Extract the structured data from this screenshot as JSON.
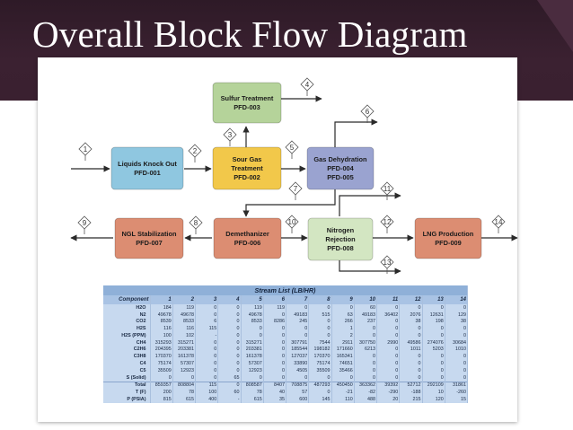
{
  "slide": {
    "title": "Overall Block Flow Diagram"
  },
  "blocks": [
    {
      "id": "sulfur",
      "lines": [
        "Sulfur Treatment",
        "PFD-003"
      ]
    },
    {
      "id": "liquids",
      "lines": [
        "Liquids Knock Out",
        "PFD-001"
      ]
    },
    {
      "id": "sourgas",
      "lines": [
        "Sour Gas",
        "Treatment",
        "PFD-002"
      ]
    },
    {
      "id": "gasdehy",
      "lines": [
        "Gas Dehydration",
        "PFD-004",
        "PFD-005"
      ]
    },
    {
      "id": "ngl",
      "lines": [
        "NGL Stabilization",
        "PFD-007"
      ]
    },
    {
      "id": "demeth",
      "lines": [
        "Demethanizer",
        "PFD-006"
      ]
    },
    {
      "id": "nitrogen",
      "lines": [
        "Nitrogen",
        "Rejection",
        "PFD-008"
      ]
    },
    {
      "id": "lng",
      "lines": [
        "LNG Production",
        "PFD-009"
      ]
    }
  ],
  "block_colors": {
    "green": "#b5d39a",
    "blue": "#8fc7e0",
    "yellow": "#f2c84a",
    "purple": "#9aa3d0",
    "red": "#dc8d72",
    "lightgreen": "#d3e6c2"
  },
  "stream_numbers": [
    "1",
    "2",
    "3",
    "4",
    "5",
    "6",
    "7",
    "8",
    "9",
    "10",
    "11",
    "12",
    "13",
    "14"
  ],
  "stream_table": {
    "caption": "Stream List (LB/HR)",
    "headers": [
      "Component",
      "1",
      "2",
      "3",
      "4",
      "5",
      "6",
      "7",
      "8",
      "9",
      "10",
      "11",
      "12",
      "13",
      "14"
    ],
    "rows": [
      [
        "H2O",
        "184",
        "119",
        "0",
        "0",
        "119",
        "119",
        "0",
        "0",
        "0",
        "60",
        "0",
        "0",
        "0",
        "0"
      ],
      [
        "N2",
        "49678",
        "49678",
        "0",
        "0",
        "49678",
        "0",
        "49183",
        "515",
        "63",
        "49183",
        "36402",
        "2076",
        "12631",
        "129"
      ],
      [
        "CO2",
        "8539",
        "8533",
        "6",
        "0",
        "8533",
        "8286",
        "245",
        "0",
        "266",
        "237",
        "0",
        "38",
        "198",
        "38"
      ],
      [
        "H2S",
        "116",
        "116",
        "115",
        "0",
        "0",
        "0",
        "0",
        "0",
        "1",
        "0",
        "0",
        "0",
        "0",
        "0"
      ],
      [
        "H2S (PPM)",
        "100",
        "102",
        "-",
        "0",
        "0",
        "0",
        "0",
        "0",
        "2",
        "0",
        "0",
        "0",
        "0",
        "0"
      ],
      [
        "CH4",
        "315293",
        "315271",
        "0",
        "0",
        "315271",
        "0",
        "307791",
        "7544",
        "2911",
        "307750",
        "2990",
        "49586",
        "274076",
        "30684"
      ],
      [
        "C2H6",
        "204395",
        "203381",
        "0",
        "0",
        "203381",
        "0",
        "185544",
        "198182",
        "171660",
        "6213",
        "0",
        "1011",
        "5203",
        "1010"
      ],
      [
        "C3H8",
        "170370",
        "161378",
        "0",
        "0",
        "161378",
        "0",
        "127037",
        "170370",
        "165341",
        "0",
        "0",
        "0",
        "0",
        "0"
      ],
      [
        "C4",
        "75174",
        "57307",
        "0",
        "0",
        "57307",
        "0",
        "33890",
        "75174",
        "74651",
        "0",
        "0",
        "0",
        "0",
        "0"
      ],
      [
        "C5",
        "35509",
        "12923",
        "0",
        "0",
        "12923",
        "0",
        "4505",
        "35509",
        "35466",
        "0",
        "0",
        "0",
        "0",
        "0"
      ],
      [
        "S (Solid)",
        "0",
        "0",
        "0",
        "65",
        "0",
        "0",
        "0",
        "0",
        "0",
        "0",
        "0",
        "0",
        "0",
        "0"
      ],
      [
        "Total",
        "859357",
        "808804",
        "115",
        "0",
        "808587",
        "8407",
        "708875",
        "487293",
        "450450",
        "363362",
        "39392",
        "52712",
        "292109",
        "31861"
      ]
    ],
    "conditions": [
      [
        "T (F)",
        "200",
        "78",
        "100",
        "60",
        "78",
        "40",
        "57",
        "0",
        "-21",
        "-82",
        "-290",
        "-188",
        "10",
        "-260"
      ],
      [
        "P (PSIA)",
        "815",
        "615",
        "400",
        "-",
        "615",
        "35",
        "600",
        "145",
        "110",
        "488",
        "20",
        "215",
        "120",
        "15"
      ]
    ]
  }
}
